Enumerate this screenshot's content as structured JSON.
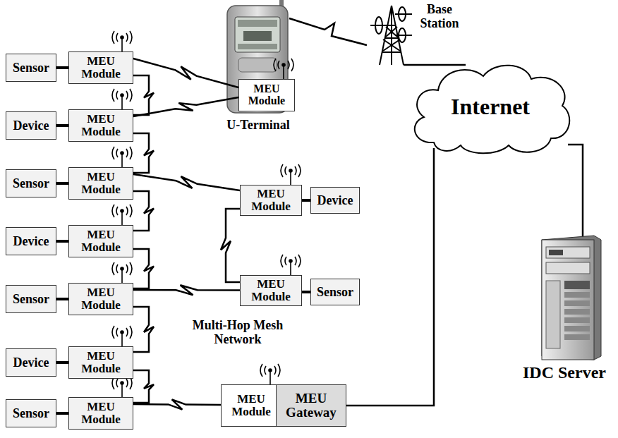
{
  "diagram": {
    "nodes": [
      {
        "text": [
          "Sensor"
        ]
      },
      {
        "text": [
          "MEU Module"
        ]
      },
      {
        "text": [
          "Device"
        ]
      },
      {
        "text": [
          "MEU Module"
        ]
      },
      {
        "text": [
          "Sensor"
        ]
      },
      {
        "text": [
          "MEU Module"
        ]
      },
      {
        "text": [
          "Device"
        ]
      },
      {
        "text": [
          "MEU Module"
        ]
      },
      {
        "text": [
          "Sensor"
        ]
      },
      {
        "text": [
          "MEU Module"
        ]
      },
      {
        "text": [
          "Device"
        ]
      },
      {
        "text": [
          "MEU Module"
        ]
      },
      {
        "text": [
          "Sensor"
        ]
      },
      {
        "text": [
          "MEU Module"
        ]
      },
      {
        "text": [
          "MEU Module"
        ]
      },
      {
        "text": [
          "MEU Module"
        ]
      },
      {
        "text": [
          "Device"
        ]
      },
      {
        "text": [
          "MEU Module"
        ]
      },
      {
        "text": [
          "Sensor"
        ]
      },
      {
        "text": [
          "MEU Module"
        ]
      },
      {
        "text": [
          "MEU Gateway"
        ]
      },
      {
        "text": [
          "Internet"
        ]
      }
    ],
    "edges": [
      {
        "from": 0,
        "to": 1,
        "arrow": "none"
      },
      {
        "from": 2,
        "to": 3,
        "arrow": "none"
      },
      {
        "from": 4,
        "to": 5,
        "arrow": "none"
      },
      {
        "from": 6,
        "to": 7,
        "arrow": "none"
      },
      {
        "from": 8,
        "to": 9,
        "arrow": "none"
      },
      {
        "from": 10,
        "to": 11,
        "arrow": "none"
      },
      {
        "from": 12,
        "to": 13,
        "arrow": "none"
      },
      {
        "from": 15,
        "to": 16,
        "arrow": "none"
      },
      {
        "from": 17,
        "to": 18,
        "arrow": "none"
      },
      {
        "from": 1,
        "to": 3,
        "arrow": "none"
      },
      {
        "from": 3,
        "to": 5,
        "arrow": "none"
      },
      {
        "from": 5,
        "to": 7,
        "arrow": "none"
      },
      {
        "from": 7,
        "to": 9,
        "arrow": "none"
      },
      {
        "from": 9,
        "to": 11,
        "arrow": "none"
      },
      {
        "from": 11,
        "to": 13,
        "arrow": "none"
      },
      {
        "from": 1,
        "to": 14,
        "arrow": "none"
      },
      {
        "from": 3,
        "to": 14,
        "arrow": "none"
      },
      {
        "from": 5,
        "to": 15,
        "arrow": "none"
      },
      {
        "from": 15,
        "to": 17,
        "arrow": "none"
      },
      {
        "from": 9,
        "to": 17,
        "arrow": "none"
      },
      {
        "from": 13,
        "to": 19,
        "arrow": "none"
      },
      {
        "from": 20,
        "to": 21,
        "arrow": "none"
      }
    ],
    "labels": [
      "U-Terminal",
      "Base Station",
      "Multi-Hop Mesh Network",
      "IDC Server"
    ]
  }
}
